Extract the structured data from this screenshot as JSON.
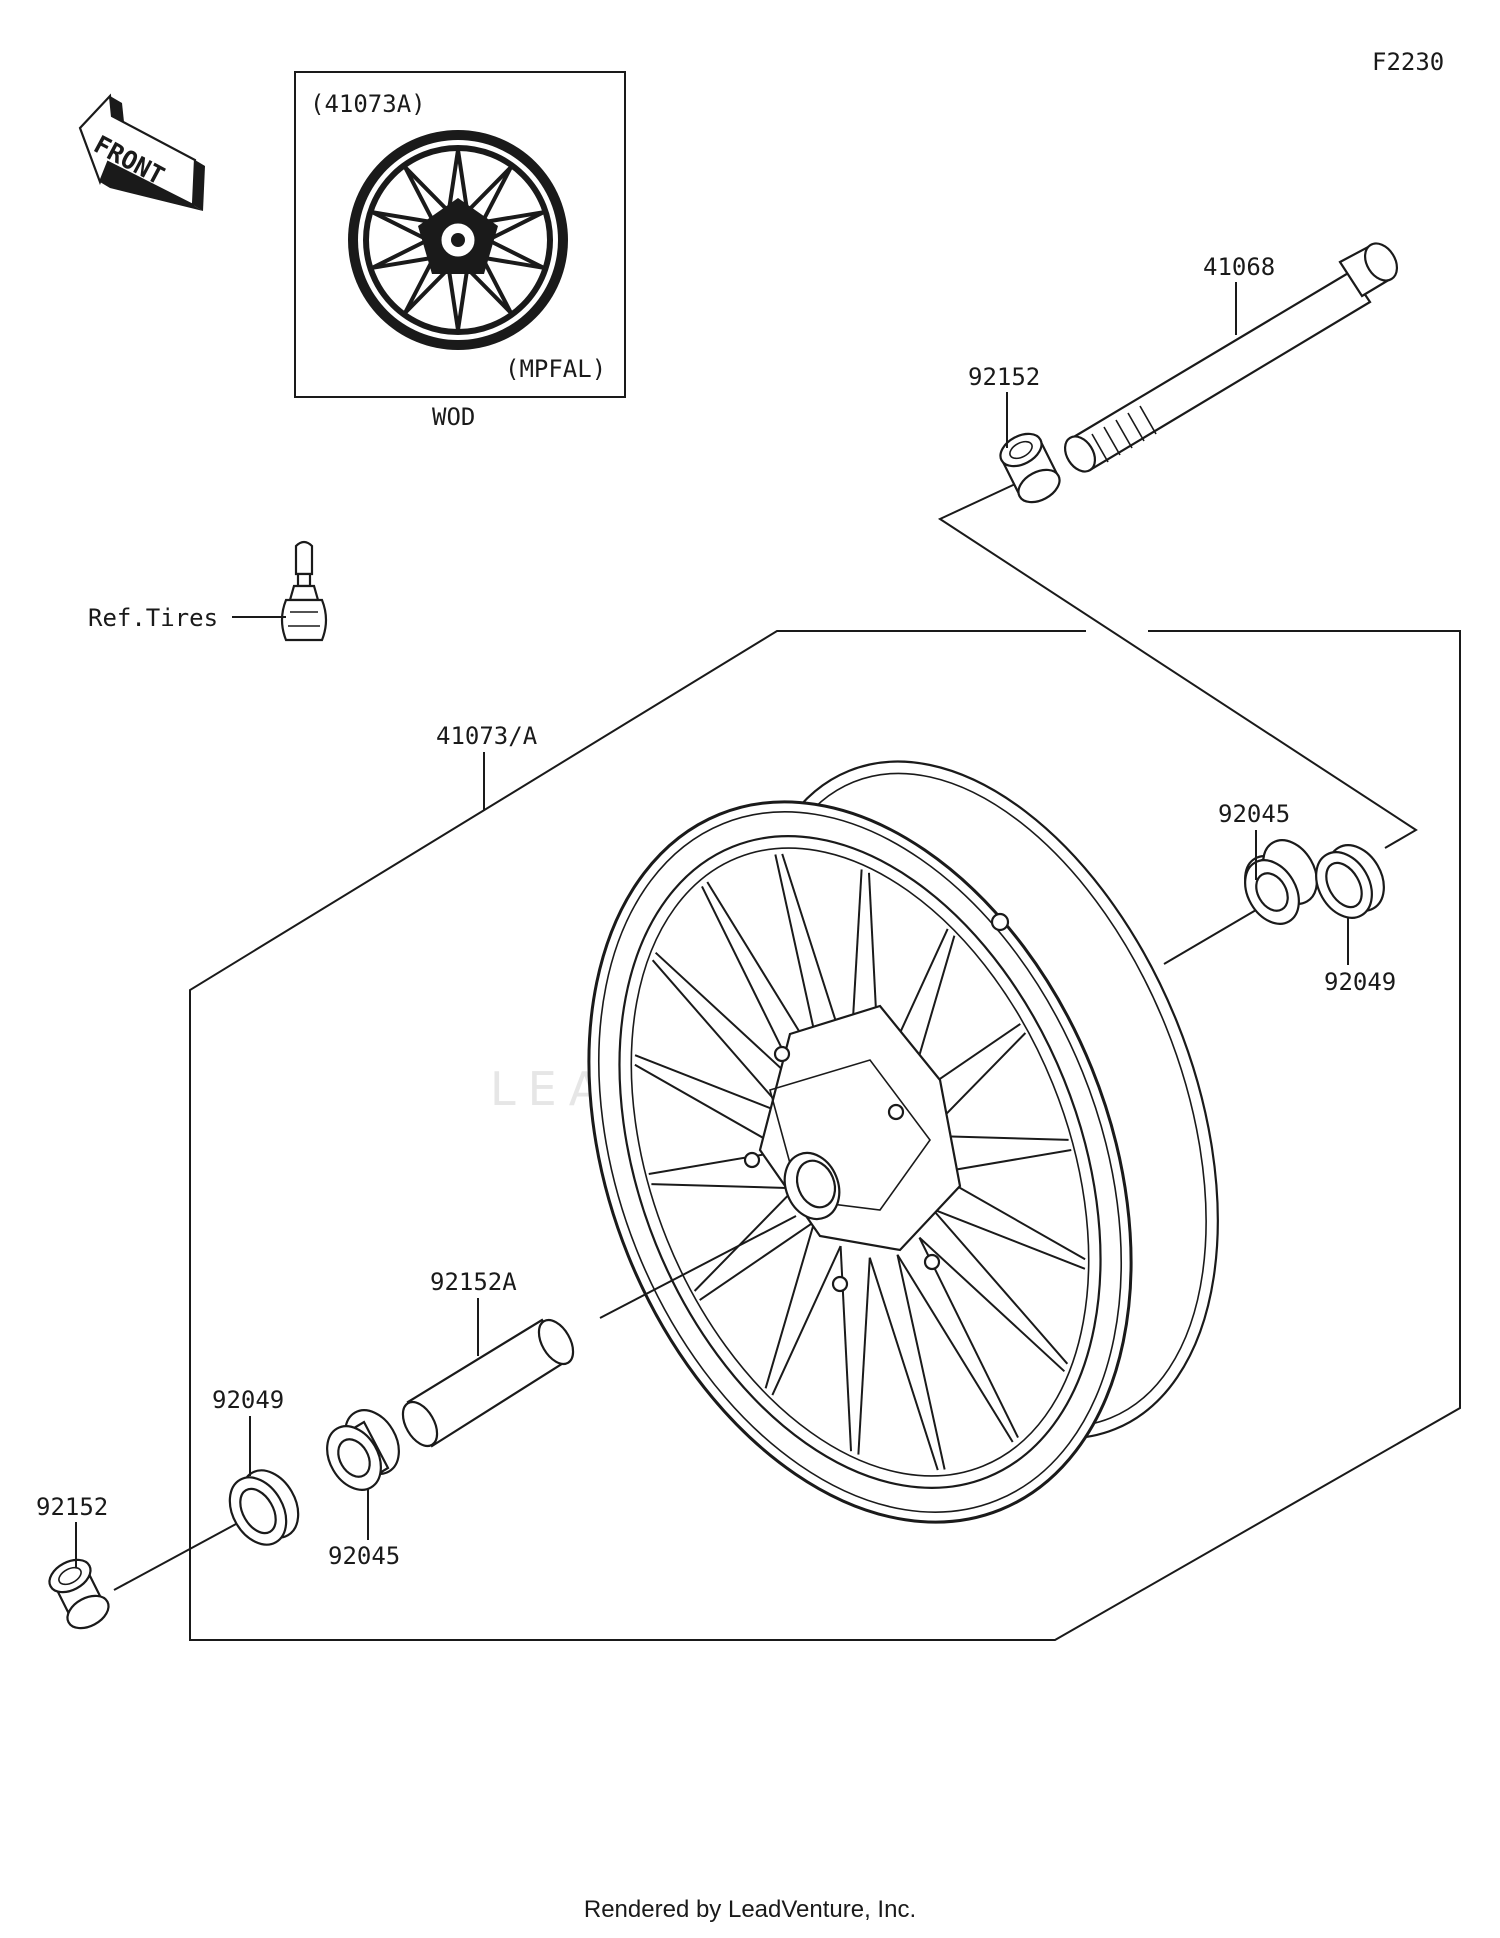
{
  "diagram": {
    "code": "F2230",
    "front_label": "FRONT",
    "watermark": "LEADVENTURE",
    "inset": {
      "top_label": "(41073A)",
      "bottom_label": "(MPFAL)",
      "caption": "WOD"
    },
    "callouts": {
      "axle": "41068",
      "collar_upper": "92152",
      "valve": "Ref.Tires",
      "wheel": "41073/A",
      "bearing_right": "92045",
      "seal_right": "92049",
      "spacer": "92152A",
      "seal_left": "92049",
      "collar_left": "92152",
      "bearing_left": "92045"
    }
  },
  "footer": {
    "credit": "Rendered by LeadVenture, Inc."
  }
}
